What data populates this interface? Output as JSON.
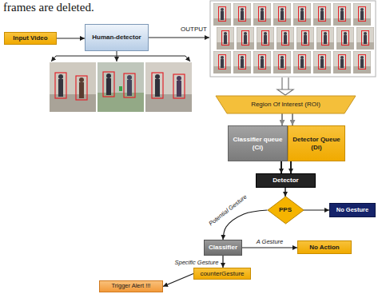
{
  "diagram": {
    "nodes": [
      {
        "text": [
          "Input Video"
        ]
      },
      {
        "text": [
          "Human-detector"
        ]
      },
      {
        "text": [
          "Region Of Interest (ROI)"
        ]
      },
      {
        "text": [
          "Classifier queue (Ci)"
        ]
      },
      {
        "text": [
          "Detector Queue (Di)"
        ]
      },
      {
        "text": [
          "Detector"
        ]
      },
      {
        "text": [
          "PPS"
        ]
      },
      {
        "text": [
          "No Gesture"
        ]
      },
      {
        "text": [
          "Classifier"
        ]
      },
      {
        "text": [
          "No Action"
        ]
      },
      {
        "text": [
          "counterGesture"
        ]
      },
      {
        "text": [
          "Trigger Alert !!!"
        ]
      }
    ],
    "edges": [
      {
        "from": 0,
        "to": 1,
        "arrow": "to"
      },
      {
        "from": 2,
        "to": 3,
        "arrow": "to"
      },
      {
        "from": 2,
        "to": 4,
        "arrow": "to"
      },
      {
        "from": 3,
        "to": 5,
        "arrow": "to"
      },
      {
        "from": 4,
        "to": 5,
        "arrow": "to"
      },
      {
        "from": 5,
        "to": 6,
        "arrow": "to"
      },
      {
        "from": 6,
        "to": 7,
        "arrow": "to"
      },
      {
        "from": 6,
        "to": 8,
        "label": "Potential Gesture",
        "arrow": "to"
      },
      {
        "from": 8,
        "to": 9,
        "label": "A Gesture",
        "arrow": "to"
      },
      {
        "from": 8,
        "to": 10,
        "label": "Specific Gesture",
        "arrow": "to"
      },
      {
        "from": 10,
        "to": 11,
        "arrow": "to"
      }
    ],
    "labels": [
      "frames are deleted.",
      "OUTPUT"
    ]
  }
}
